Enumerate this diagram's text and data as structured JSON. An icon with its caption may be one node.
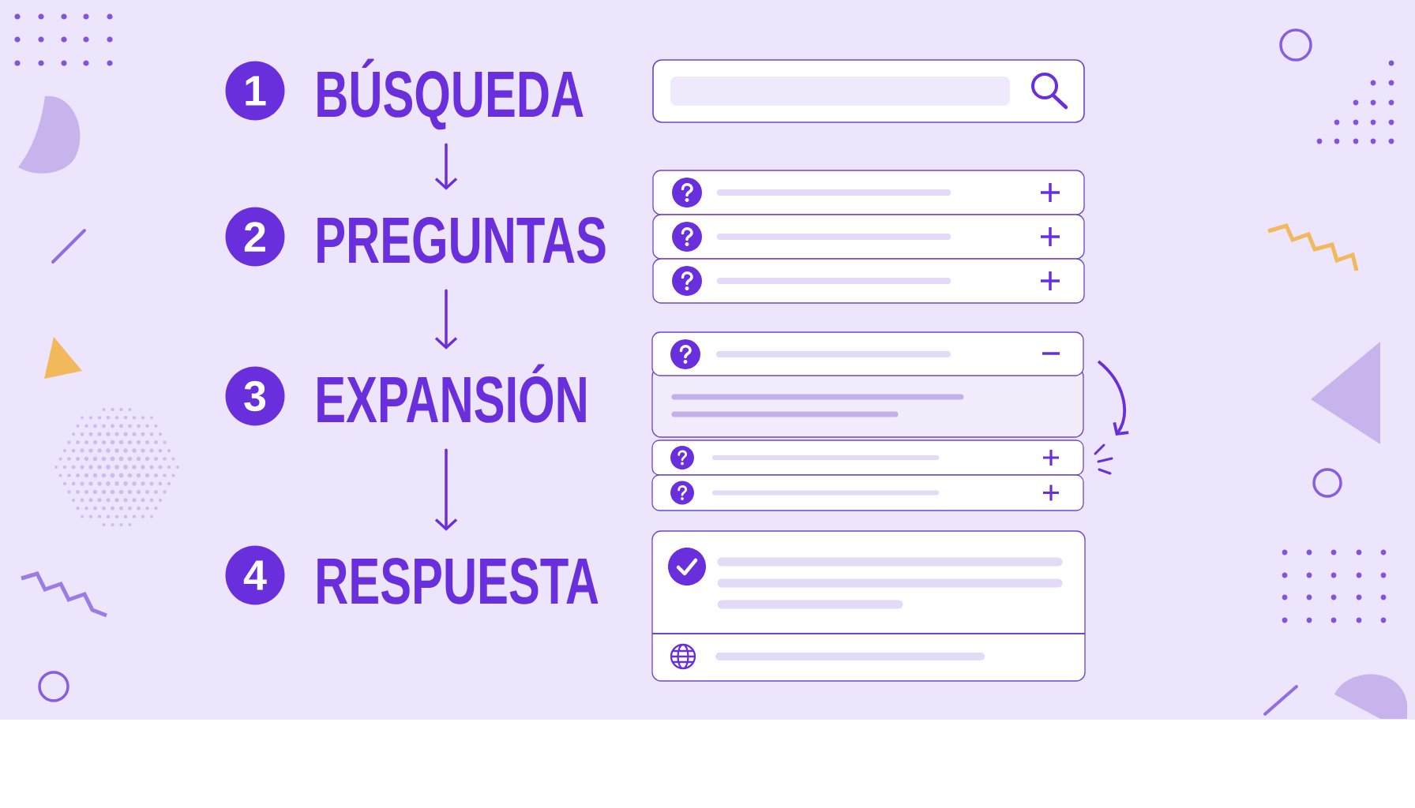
{
  "diagram": {
    "nodes": [
      {
        "text": [
          "1",
          "BÚSQUEDA"
        ]
      },
      {
        "text": [
          "2",
          "PREGUNTAS"
        ]
      },
      {
        "text": [
          "3",
          "EXPANSIÓN"
        ]
      },
      {
        "text": [
          "4",
          "RESPUESTA"
        ]
      }
    ],
    "edges": [
      {
        "from": 0,
        "to": 1,
        "arrow": "to"
      },
      {
        "from": 1,
        "to": 2,
        "arrow": "to"
      },
      {
        "from": 2,
        "to": 3,
        "arrow": "to"
      }
    ]
  }
}
